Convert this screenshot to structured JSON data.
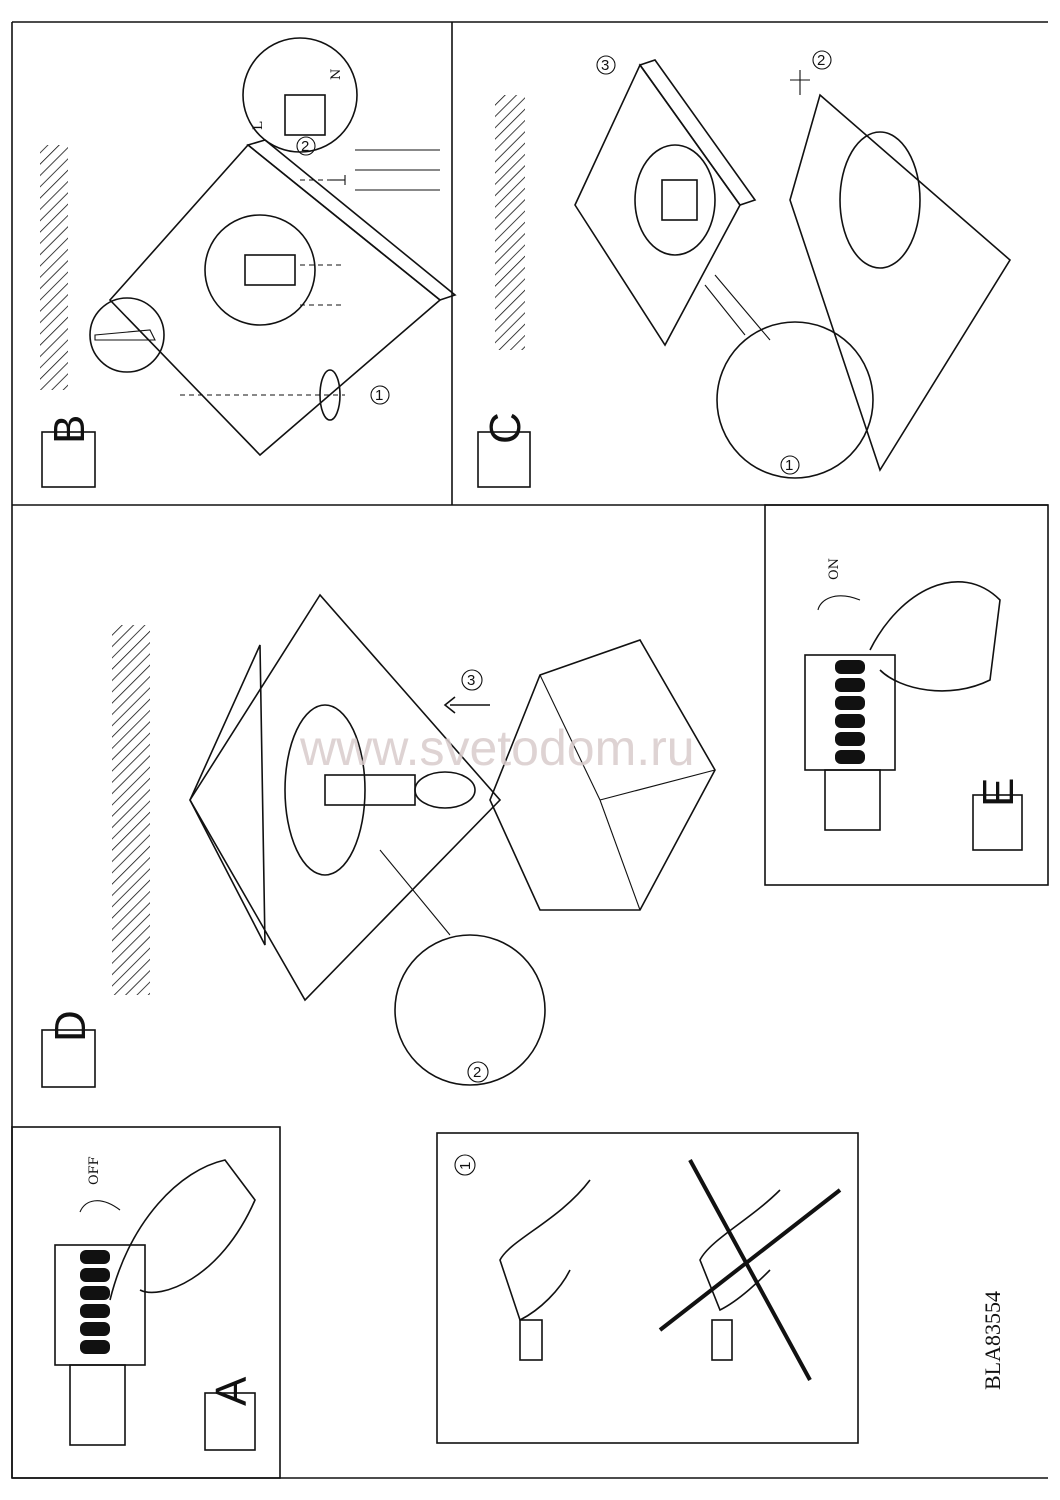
{
  "panels": {
    "a": {
      "label": "A",
      "switch_text": "OFF"
    },
    "b": {
      "label": "B",
      "step1": "1",
      "step2": "2",
      "terminal_l": "L",
      "terminal_n": "N"
    },
    "c": {
      "label": "C",
      "step1": "1",
      "step2": "2",
      "step3": "3"
    },
    "d": {
      "label": "D",
      "step2": "2",
      "step3": "3"
    },
    "e": {
      "label": "E",
      "switch_text": "ON"
    },
    "bulb": {
      "step1": "1"
    }
  },
  "model_code": "BLA83554",
  "watermark": "www.svetodom.ru",
  "colors": {
    "line": "#111111",
    "watermark": "#d9cccc"
  }
}
